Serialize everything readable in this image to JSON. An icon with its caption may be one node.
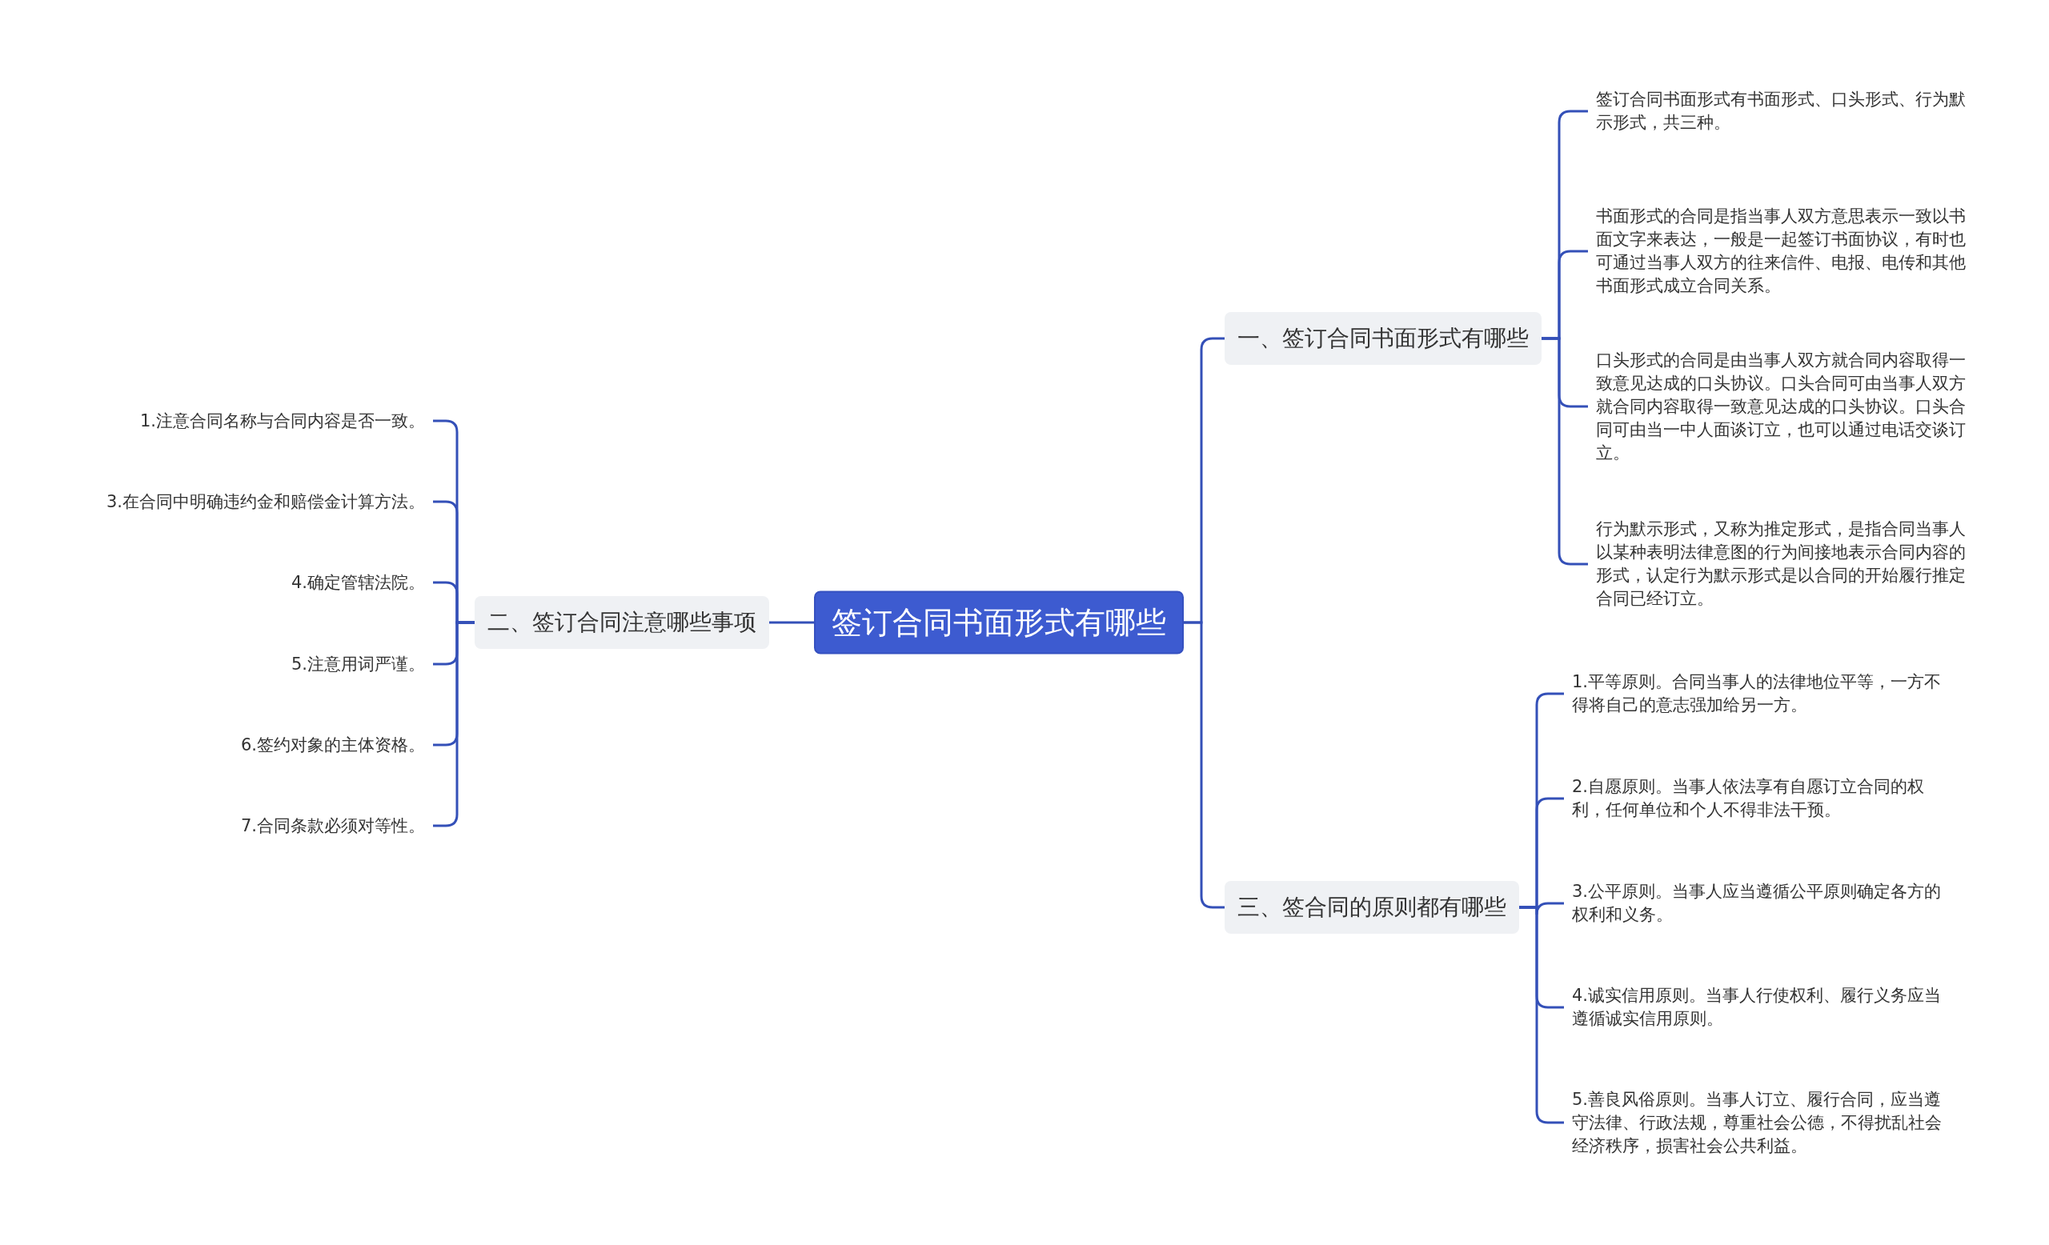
{
  "diagram": {
    "nodes": [
      {
        "text": [
          "签订合同书面形式有哪些"
        ]
      },
      {
        "text": [
          "一、签订合同书面形式有哪些"
        ]
      },
      {
        "text": [
          "签订合同书面形式有书面形式、口头形式、行为默示形式，共三种。"
        ]
      },
      {
        "text": [
          "书面形式的合同是指当事人双方意思表示一致以书面文字来表达，一般是一起签订书面协议，有时也可通过当事人双方的往来信件、电报、电传和其他书面形式成立合同关系。"
        ]
      },
      {
        "text": [
          "口头形式的合同是由当事人双方就合同内容取得一致意见达成的口头协议。口头合同可由当事人双方就合同内容取得一致意见达成的口头协议。口头合同可由当一中人面谈订立，也可以通过电话交谈订立。"
        ]
      },
      {
        "text": [
          "行为默示形式，又称为推定形式，是指合同当事人以某种表明法律意图的行为间接地表示合同内容的形式，认定行为默示形式是以合同的开始履行推定合同已经订立。"
        ]
      },
      {
        "text": [
          "二、签订合同注意哪些事项"
        ]
      },
      {
        "text": [
          "1.注意合同名称与合同内容是否一致。"
        ]
      },
      {
        "text": [
          "3.在合同中明确违约金和赔偿金计算方法。"
        ]
      },
      {
        "text": [
          "4.确定管辖法院。"
        ]
      },
      {
        "text": [
          "5.注意用词严谨。"
        ]
      },
      {
        "text": [
          "6.签约对象的主体资格。"
        ]
      },
      {
        "text": [
          "7.合同条款必须对等性。"
        ]
      },
      {
        "text": [
          "三、签合同的原则都有哪些"
        ]
      },
      {
        "text": [
          "1.平等原则。合同当事人的法律地位平等，一方不得将自己的意志强加给另一方。"
        ]
      },
      {
        "text": [
          "2.自愿原则。当事人依法享有自愿订立合同的权利，任何单位和个人不得非法干预。"
        ]
      },
      {
        "text": [
          "3.公平原则。当事人应当遵循公平原则确定各方的权利和义务。"
        ]
      },
      {
        "text": [
          "4.诚实信用原则。当事人行使权利、履行义务应当遵循诚实信用原则。"
        ]
      },
      {
        "text": [
          "5.善良风俗原则。当事人订立、履行合同，应当遵守法律、行政法规，尊重社会公德，不得扰乱社会经济秩序，损害社会公共利益。"
        ]
      }
    ],
    "edges": [
      {
        "from": 0,
        "to": 1,
        "arrow": "none"
      },
      {
        "from": 1,
        "to": 2,
        "arrow": "none"
      },
      {
        "from": 1,
        "to": 3,
        "arrow": "none"
      },
      {
        "from": 1,
        "to": 4,
        "arrow": "none"
      },
      {
        "from": 1,
        "to": 5,
        "arrow": "none"
      },
      {
        "from": 0,
        "to": 6,
        "arrow": "none"
      },
      {
        "from": 6,
        "to": 7,
        "arrow": "none"
      },
      {
        "from": 6,
        "to": 8,
        "arrow": "none"
      },
      {
        "from": 6,
        "to": 9,
        "arrow": "none"
      },
      {
        "from": 6,
        "to": 10,
        "arrow": "none"
      },
      {
        "from": 6,
        "to": 11,
        "arrow": "none"
      },
      {
        "from": 6,
        "to": 12,
        "arrow": "none"
      },
      {
        "from": 0,
        "to": 13,
        "arrow": "none"
      },
      {
        "from": 13,
        "to": 14,
        "arrow": "none"
      },
      {
        "from": 13,
        "to": 15,
        "arrow": "none"
      },
      {
        "from": 13,
        "to": 16,
        "arrow": "none"
      },
      {
        "from": 13,
        "to": 17,
        "arrow": "none"
      },
      {
        "from": 13,
        "to": 18,
        "arrow": "none"
      }
    ]
  }
}
